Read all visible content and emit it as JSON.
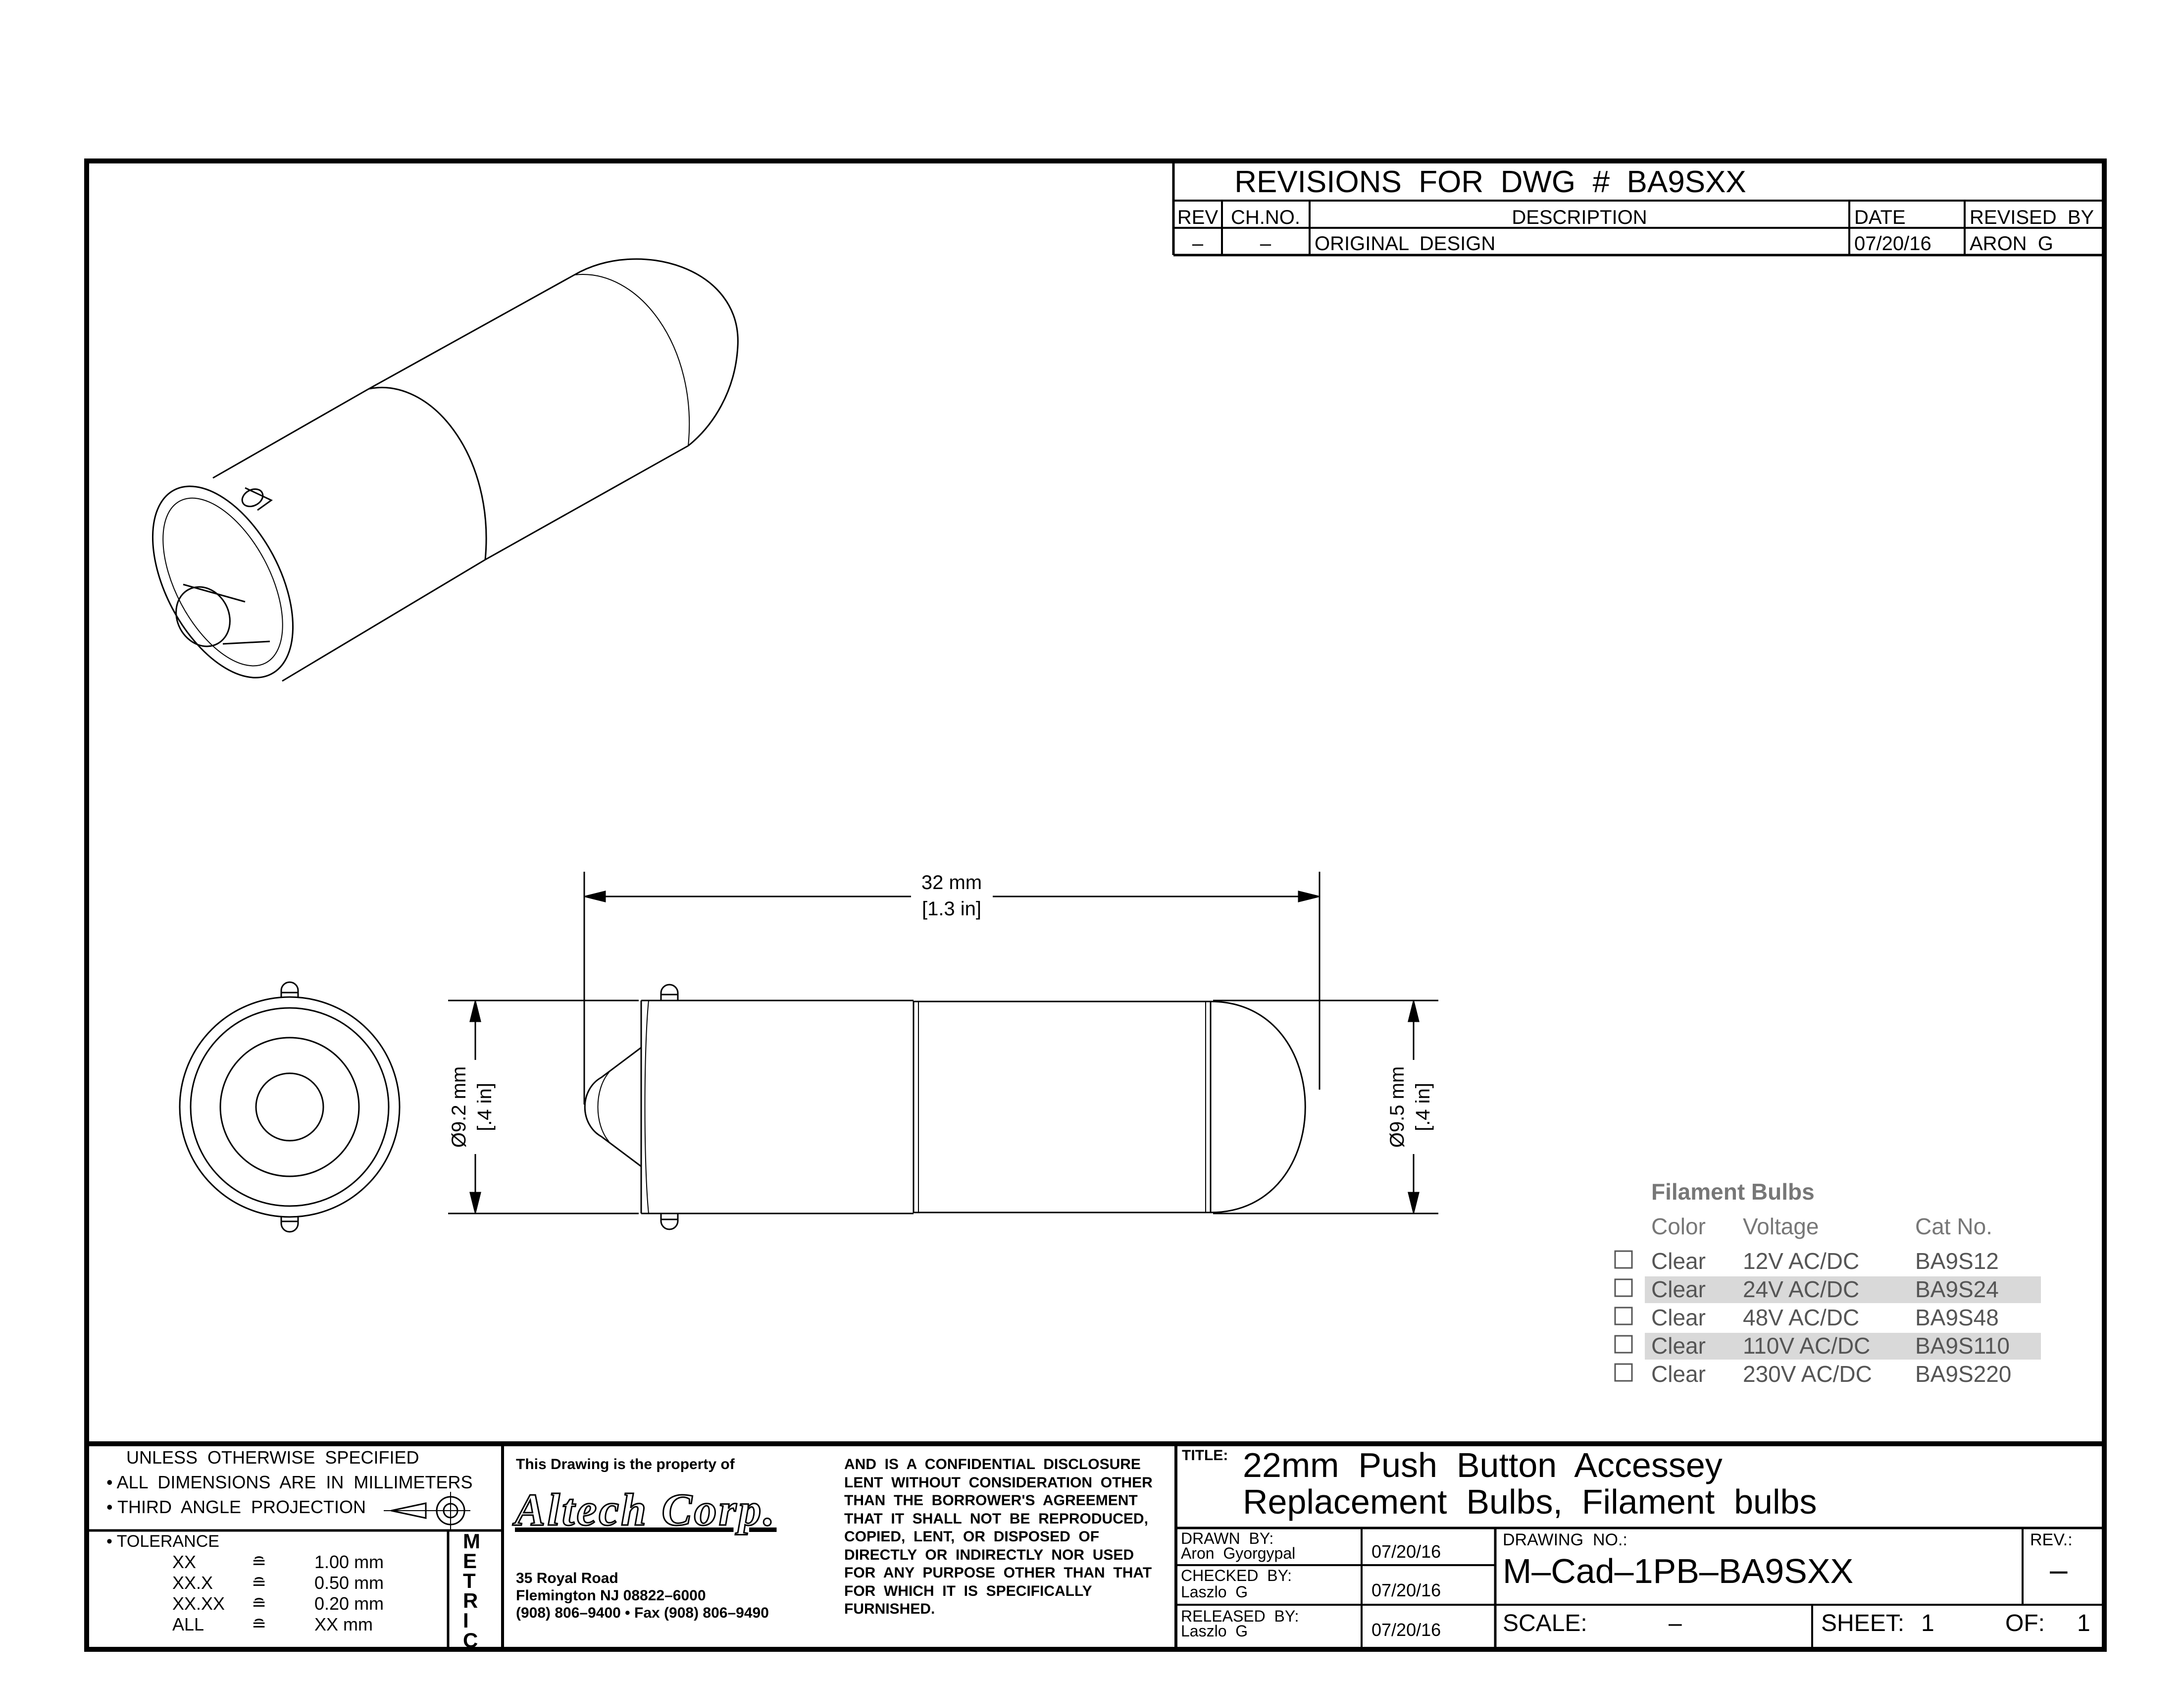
{
  "revisions": {
    "title": "REVISIONS  FOR  DWG  #  BA9SXX",
    "headers": [
      "REV",
      "CH.NO.",
      "DESCRIPTION",
      "DATE",
      "REVISED  BY"
    ],
    "rows": [
      [
        "–",
        "–",
        "ORIGINAL  DESIGN",
        "07/20/16",
        "ARON  G"
      ]
    ]
  },
  "dimensions": {
    "length_mm": "32 mm",
    "length_in": "[1.3 in]",
    "base_dia_mm": "Ø9.2 mm",
    "base_dia_in": "[.4 in]",
    "bulb_dia_mm": "Ø9.5 mm",
    "bulb_dia_in": "[.4 in]"
  },
  "catalog": {
    "title": "Filament Bulbs",
    "headers": [
      "Color",
      "Voltage",
      "Cat No."
    ],
    "rows": [
      {
        "color": "Clear",
        "voltage": "12V AC/DC",
        "cat": "BA9S12",
        "shaded": false
      },
      {
        "color": "Clear",
        "voltage": "24V AC/DC",
        "cat": "BA9S24",
        "shaded": true
      },
      {
        "color": "Clear",
        "voltage": "48V AC/DC",
        "cat": "BA9S48",
        "shaded": false
      },
      {
        "color": "Clear",
        "voltage": "110V AC/DC",
        "cat": "BA9S110",
        "shaded": true
      },
      {
        "color": "Clear",
        "voltage": "230V AC/DC",
        "cat": "BA9S220",
        "shaded": false
      }
    ]
  },
  "title_block": {
    "unless": "UNLESS  OTHERWISE  SPECIFIED",
    "dims_note": "• ALL  DIMENSIONS  ARE  IN  MILLIMETERS",
    "projection": "• THIRD  ANGLE  PROJECTION",
    "tolerance_label": "• TOLERANCE",
    "tolerances": [
      {
        "key": "XX",
        "sym": "≘",
        "val": "1.00 mm"
      },
      {
        "key": "XX.X",
        "sym": "≘",
        "val": "0.50 mm"
      },
      {
        "key": "XX.XX",
        "sym": "≘",
        "val": "0.20 mm"
      },
      {
        "key": "ALL",
        "sym": "≘",
        "val": "XX mm"
      }
    ],
    "metric": [
      "M",
      "E",
      "T",
      "R",
      "I",
      "C"
    ],
    "property": "This Drawing is the property of",
    "company": "Altech Corp.",
    "address1": "35 Royal Road",
    "address2": "Flemington NJ 08822–6000",
    "address3": "(908) 806–9400 • Fax (908) 806–9490",
    "confidential": [
      "AND  IS  A  CONFIDENTIAL  DISCLOSURE",
      "LENT  WITHOUT  CONSIDERATION  OTHER",
      "THAN  THE  BORROWER'S  AGREEMENT",
      "THAT  IT  SHALL  NOT  BE  REPRODUCED,",
      "COPIED,  LENT,  OR  DISPOSED  OF",
      "DIRECTLY  OR  INDIRECTLY  NOR  USED",
      "FOR  ANY  PURPOSE  OTHER  THAN  THAT",
      "FOR  WHICH  IT  IS  SPECIFICALLY",
      "FURNISHED."
    ],
    "title_label": "TITLE:",
    "title_line1": "22mm  Push  Button  Accessey",
    "title_line2": "Replacement  Bulbs,  Filament  bulbs",
    "drawn_label": "DRAWN  BY:",
    "drawn_name": "Aron  Gyorgypal",
    "drawn_date": "07/20/16",
    "checked_label": "CHECKED  BY:",
    "checked_name": "Laszlo  G",
    "checked_date": "07/20/16",
    "released_label": "RELEASED  BY:",
    "released_name": "Laszlo  G",
    "released_date": "07/20/16",
    "drawing_no_label": "DRAWING  NO.:",
    "drawing_no": "M–Cad–1PB–BA9SXX",
    "rev_label": "REV.:",
    "rev_value": "–",
    "scale_label": "SCALE:",
    "scale_value": "–",
    "sheet_label": "SHEET:",
    "sheet_value": "1",
    "of_label": "OF:",
    "of_value": "1"
  }
}
